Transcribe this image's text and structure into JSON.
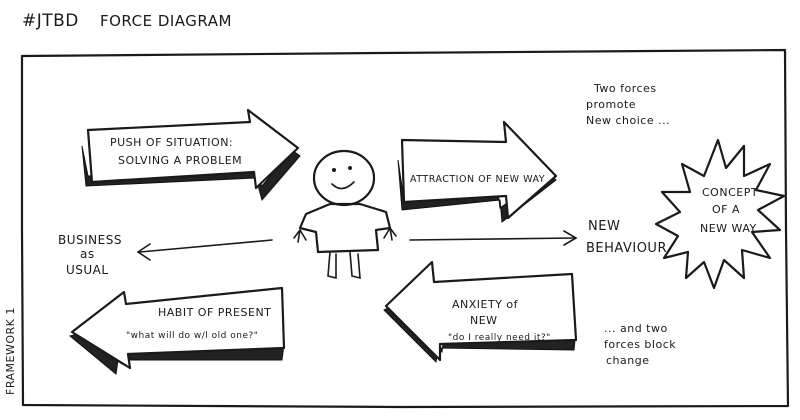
{
  "header": {
    "tag": "#JTBD",
    "title": "FORCE DIAGRAM"
  },
  "side_label": "FRAMEWORK 1",
  "forces": {
    "push": {
      "line1": "PUSH OF SITUATION:",
      "line2": "SOLVING A PROBLEM"
    },
    "attraction": {
      "line1": "ATTRACTION OF NEW WAY"
    },
    "habit": {
      "line1": "HABIT OF PRESENT",
      "quote": "\"what will do w/l old one?\""
    },
    "anxiety": {
      "line1": "ANXIETY of",
      "line2": "NEW",
      "quote": "\"do I really need it?\""
    }
  },
  "outcomes": {
    "left": {
      "line1": "BUSINESS",
      "line2": "as",
      "line3": "USUAL"
    },
    "right": {
      "line1": "NEW",
      "line2": "BEHAVIOUR"
    }
  },
  "burst": {
    "line1": "CONCEPT",
    "line2": "OF A",
    "line3": "NEW WAY"
  },
  "notes": {
    "top": {
      "line1": "Two forces",
      "line2": "promote",
      "line3": "New choice ..."
    },
    "bottom": {
      "line1": "... and two",
      "line2": "forces block",
      "line3": "change"
    }
  }
}
